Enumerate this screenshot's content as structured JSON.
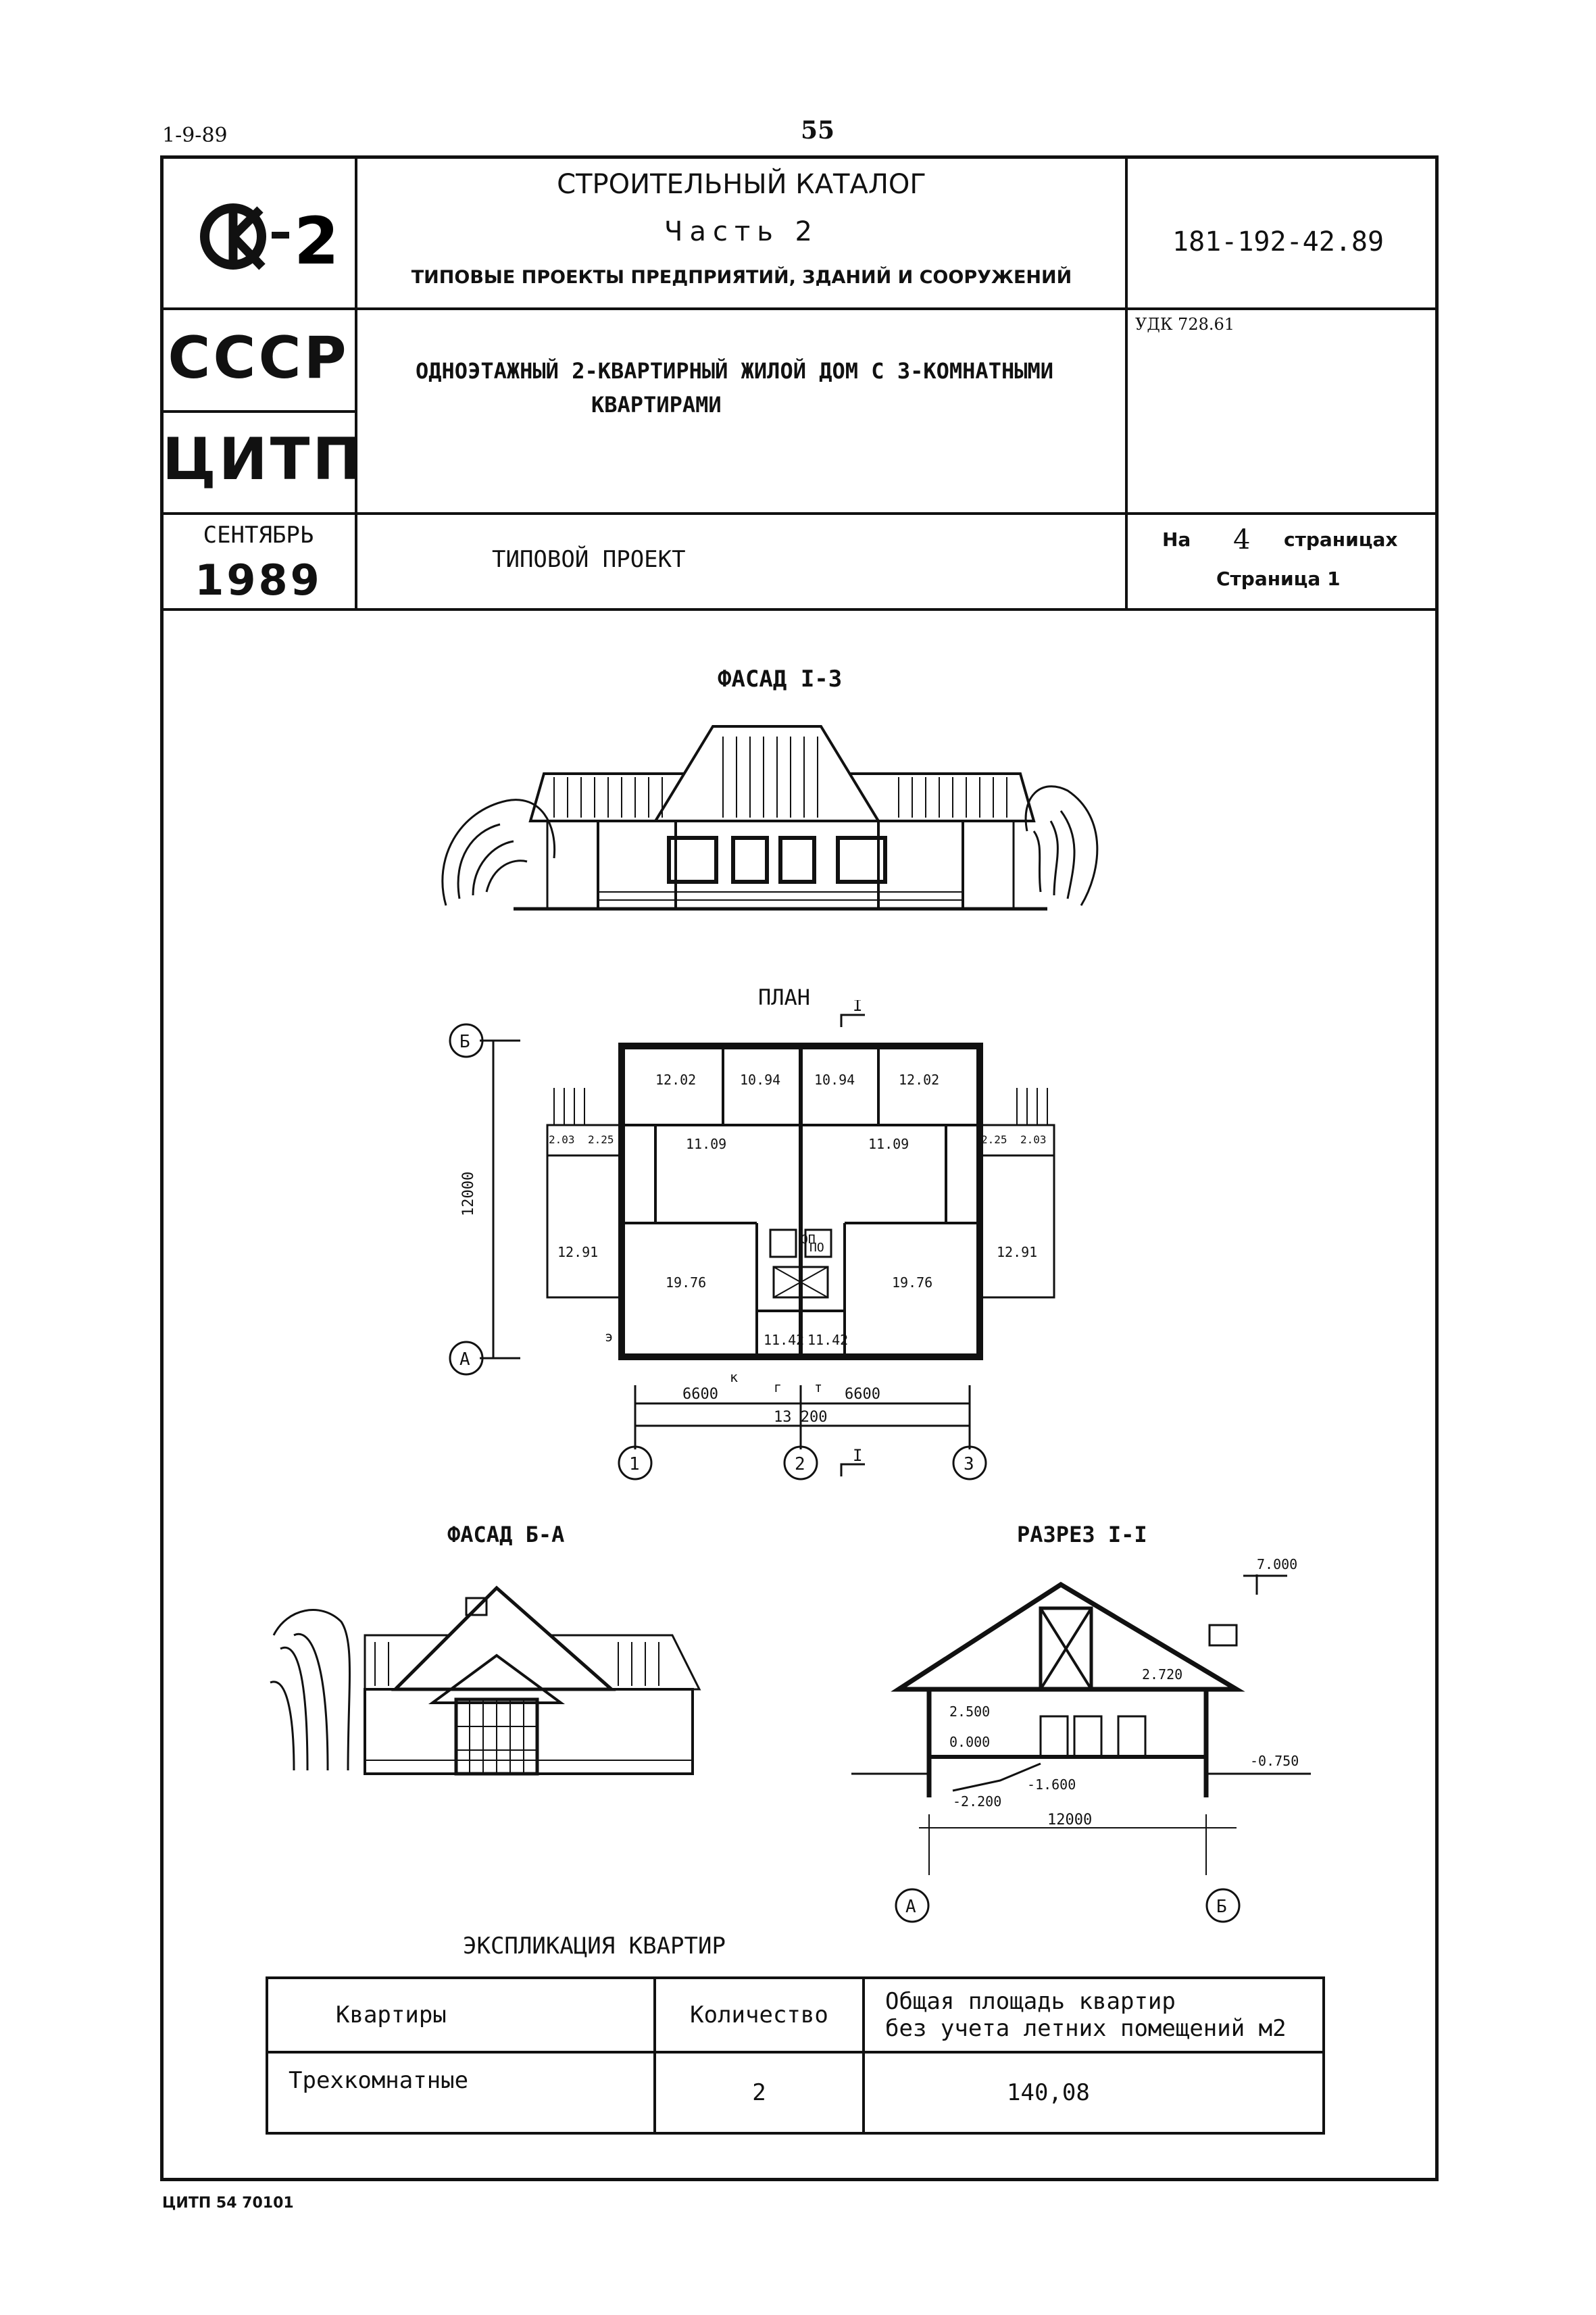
{
  "page": {
    "code_left": "1-9-89",
    "page_number": "55",
    "footer": "ЦИТП 54 70101"
  },
  "header": {
    "logo_text": "СК-2",
    "catalog_title": "СТРОИТЕЛЬНЫЙ КАТАЛОГ",
    "part": "Часть 2",
    "subtitle": "ТИПОВЫЕ ПРОЕКТЫ ПРЕДПРИЯТИЙ, ЗДАНИЙ И СООРУЖЕНИЙ",
    "doc_code": "181-192-42.89",
    "country": "СССР",
    "org": "ЦИТП",
    "udk": "УДК 728.61",
    "project_title_line1": "ОДНОЭТАЖНЫЙ 2-КВАРТИРНЫЙ ЖИЛОЙ ДОМ С 3-КОМНАТНЫМИ",
    "project_title_line2": "КВАРТИРАМИ",
    "month": "СЕНТЯБРЬ",
    "year": "1989",
    "project_type": "ТИПОВОЙ ПРОЕКТ",
    "pages_prefix": "На",
    "pages_count": "4",
    "pages_suffix": "страницах",
    "page_label": "Страница 1"
  },
  "drawings": {
    "facade_1": "ФАСАД I-3",
    "plan": "ПЛАН",
    "facade_2": "ФАСАД Б-А",
    "section": "РАЗРЕЗ I-I",
    "section_mark": "I",
    "axis_b": "Б",
    "axis_a": "А",
    "axis_1": "1",
    "axis_2": "2",
    "axis_3": "3",
    "rooms": [
      "12.02",
      "10.94",
      "10.94",
      "12.02",
      "11.09",
      "11.09",
      "2.03",
      "2.25",
      "2.25",
      "2.03",
      "12.91",
      "19.76",
      "19.76",
      "12.91",
      "11.42",
      "11.42"
    ],
    "dim_12000": "12000",
    "dim_6600_left": "6600",
    "dim_6600_right": "6600",
    "dim_13200": "13 200",
    "plan_marks": [
      "ОП",
      "ПО",
      "э",
      "к",
      "г",
      "т"
    ],
    "section_levels": [
      "7.000",
      "2.720",
      "2.500",
      "0.000",
      "-0.750",
      "-1.600",
      "-2.200"
    ],
    "section_dim": "12000"
  },
  "explication": {
    "title": "ЭКСПЛИКАЦИЯ КВАРТИР",
    "headers": [
      "Квартиры",
      "Количество",
      "Общая площадь квартир без учета летних помещений м2"
    ],
    "header_line1": "Общая площадь квартир",
    "header_line2": "без учета летних помещений м2",
    "rows": [
      {
        "type": "Трехкомнатные",
        "count": "2",
        "area": "140,08"
      }
    ]
  }
}
